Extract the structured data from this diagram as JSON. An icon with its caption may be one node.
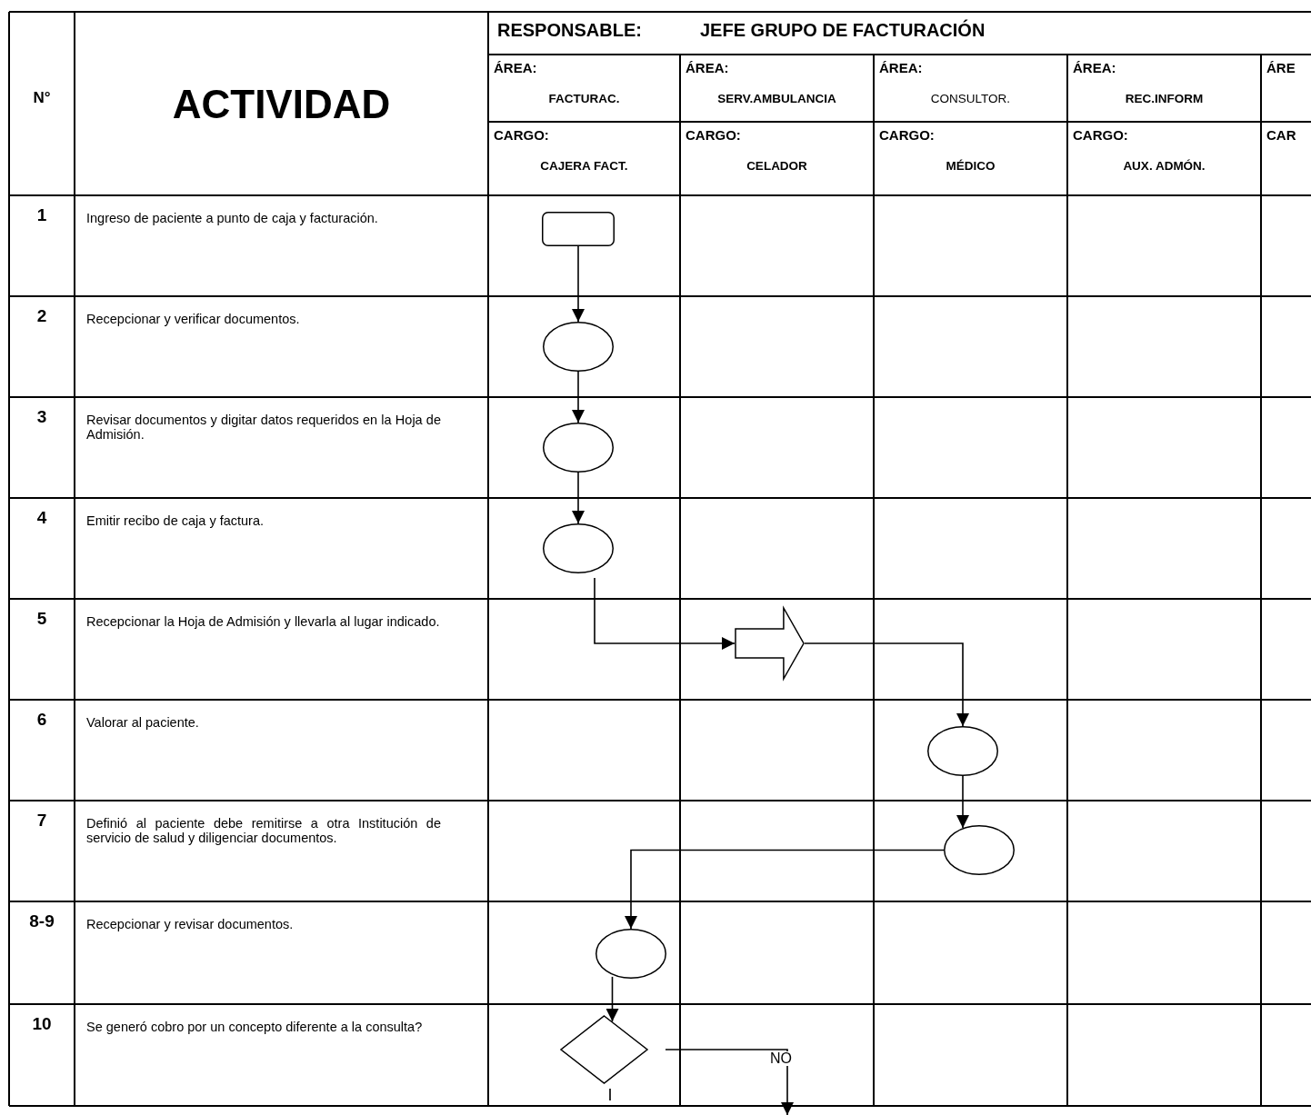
{
  "diagram": {
    "nodes": [
      {
        "text": [],
        "shape": "box"
      },
      {
        "text": [],
        "shape": "circle"
      },
      {
        "text": [],
        "shape": "circle"
      },
      {
        "text": [],
        "shape": "circle"
      },
      {
        "text": [],
        "shape": "arrow"
      },
      {
        "text": [],
        "shape": "circle"
      },
      {
        "text": [],
        "shape": "circle"
      },
      {
        "text": [],
        "shape": "circle"
      },
      {
        "text": [],
        "shape": "diamond",
        "beside": [
          "I"
        ]
      }
    ],
    "edges": [
      {
        "from": 0,
        "to": 1,
        "arrow": "to"
      },
      {
        "from": 1,
        "to": 2,
        "arrow": "to"
      },
      {
        "from": 2,
        "to": 3,
        "arrow": "to"
      },
      {
        "from": 3,
        "to": 4,
        "arrow": "to"
      },
      {
        "from": 4,
        "to": 5,
        "arrow": "to"
      },
      {
        "from": 5,
        "to": 6,
        "arrow": "to"
      },
      {
        "from": 6,
        "to": 7,
        "arrow": "to"
      },
      {
        "from": 7,
        "to": 8,
        "arrow": "to"
      },
      {
        "from": 8,
        "to": null,
        "arrow": "to",
        "label": "NO"
      }
    ],
    "labels": [
      "N°",
      "ACTIVIDAD",
      "RESPONSABLE:",
      "JEFE GRUPO DE FACTURACIÓN",
      "ÁREA:",
      "ÁREA:",
      "ÁREA:",
      "ÁREA:",
      "ÁRE",
      "FACTURAC.",
      "SERV.AMBULANCIA",
      "CONSULTOR.",
      "REC.INFORM",
      "CARGO:",
      "CARGO:",
      "CARGO:",
      "CARGO:",
      "CAR",
      "CAJERA FACT.",
      "CELADOR",
      "MÉDICO",
      "AUX. ADMÓN.",
      "1",
      "Ingreso de paciente a punto de caja y facturación.",
      "2",
      "Recepcionar y verificar documentos.",
      "3",
      "Revisar documentos y digitar datos requeridos en la Hoja de Admisión.",
      "4",
      "Emitir recibo de caja y factura.",
      "5",
      "Recepcionar la Hoja de Admisión y llevarla al lugar indicado.",
      "6",
      "Valorar al paciente.",
      "7",
      "Definió al paciente debe remitirse a otra Institución de servicio de salud y diligenciar documentos.",
      "8-9",
      "Recepcionar y revisar documentos.",
      "10",
      "Se generó cobro por un concepto diferente a la consulta?"
    ]
  }
}
